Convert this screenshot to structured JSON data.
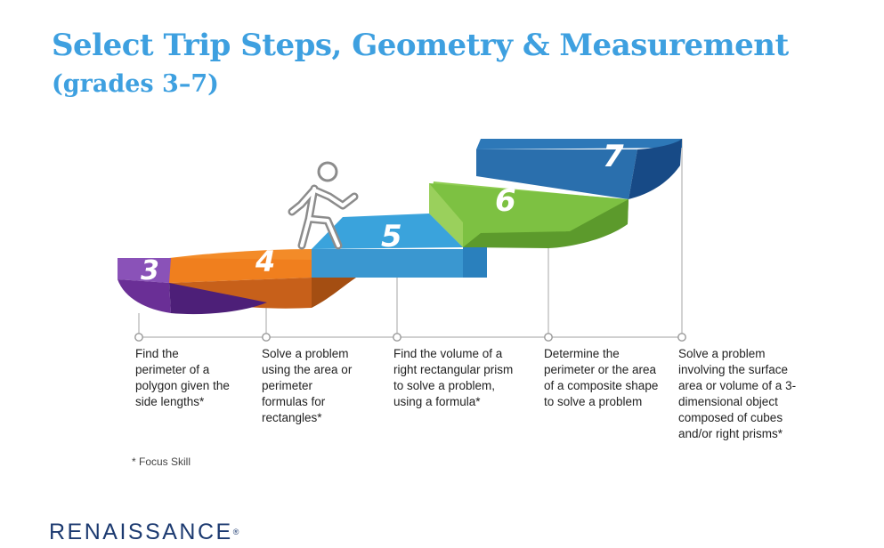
{
  "title": "Select Trip Steps, Geometry & Measurement",
  "subtitle": "(grades 3–7)",
  "colors": {
    "heading": "#3ea0e0",
    "step3": "#7b3fa6",
    "step4": "#f07f1e",
    "step5": "#3aa3dc",
    "step6": "#7dc142",
    "step7": "#2a6fad"
  },
  "figure_icon": "hiker-climbing-icon",
  "steps": [
    {
      "number": "3",
      "description": "Find the perimeter of a polygon given the side lengths*"
    },
    {
      "number": "4",
      "description": "Solve a problem using the area or perimeter formulas for rectangles*"
    },
    {
      "number": "5",
      "description": "Find the volume of a right rectangular prism to solve a problem, using a formula*"
    },
    {
      "number": "6",
      "description": "Determine the perimeter or the area of a composite shape to solve a problem"
    },
    {
      "number": "7",
      "description": "Solve a problem involving the surface area or volume of a 3-dimensional object composed of cubes and/or right prisms*"
    }
  ],
  "footnote": "* Focus Skill",
  "logo": {
    "text": "RENAISSANCE",
    "mark": "®"
  }
}
